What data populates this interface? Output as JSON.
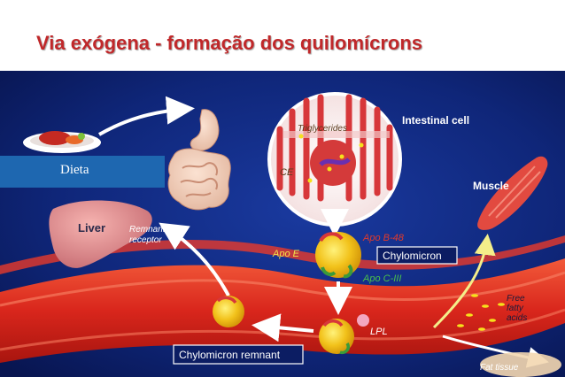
{
  "title": "Via exógena - formação dos quilomícrons",
  "labels": {
    "dieta": "Dieta",
    "triglycerides": "Triglycerides",
    "intestinal_cell": "Intestinal cell",
    "ce": "CE",
    "muscle": "Muscle",
    "liver": "Liver",
    "remnant_receptor_1": "Remnant",
    "remnant_receptor_2": "receptor",
    "apo_b48": "Apo B-48",
    "apo_e": "Apo E",
    "chylomicron": "Chylomicron",
    "apo_c3": "Apo C-III",
    "free_fatty_acids_1": "Free",
    "free_fatty_acids_2": "fatty",
    "free_fatty_acids_3": "acids",
    "lpl": "LPL",
    "chylomicron_remnant": "Chylomicron remnant",
    "fat_tissue": "Fat tissue"
  },
  "colors": {
    "title": "#c0282a",
    "background": "#0d1f6e",
    "vessel": "#d9261c",
    "label_box": "#0c1d63"
  }
}
